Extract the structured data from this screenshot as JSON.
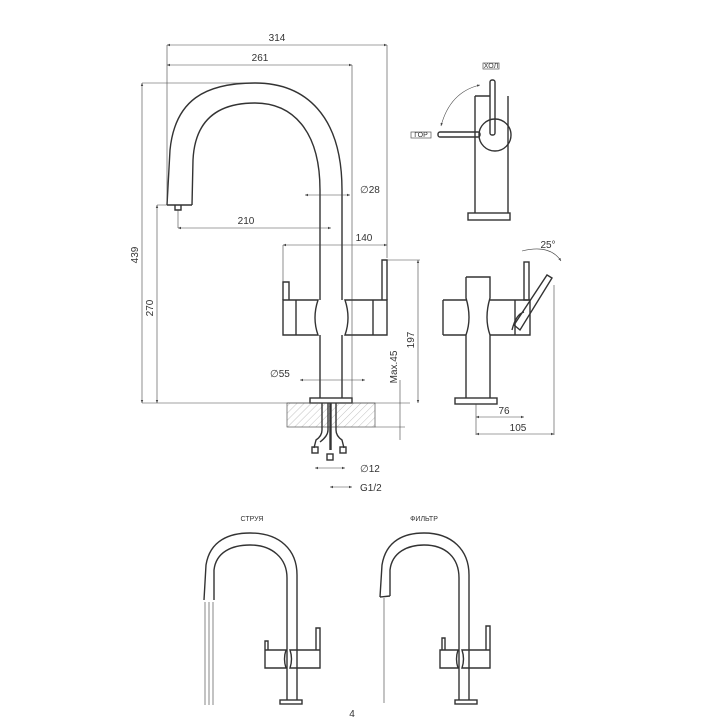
{
  "main_view": {
    "dimensions": {
      "overall_width": "314",
      "spout_width": "261",
      "total_height": "439",
      "spout_height": "270",
      "spout_reach": "210",
      "handles_width": "140",
      "body_height": "197",
      "max_counter": "Max.45",
      "tube_diameter": "∅28",
      "base_diameter": "∅55",
      "hose_diameter": "∅12",
      "thread": "G1/2"
    }
  },
  "side_view": {
    "cold_label": "ХОЛ",
    "hot_label": "ГОР"
  },
  "front_view": {
    "angle": "25°",
    "depth_1": "76",
    "depth_2": "105"
  },
  "modes": [
    {
      "label": "СТРУЯ"
    },
    {
      "label": "ФИЛЬТР"
    }
  ],
  "page_number": "4"
}
